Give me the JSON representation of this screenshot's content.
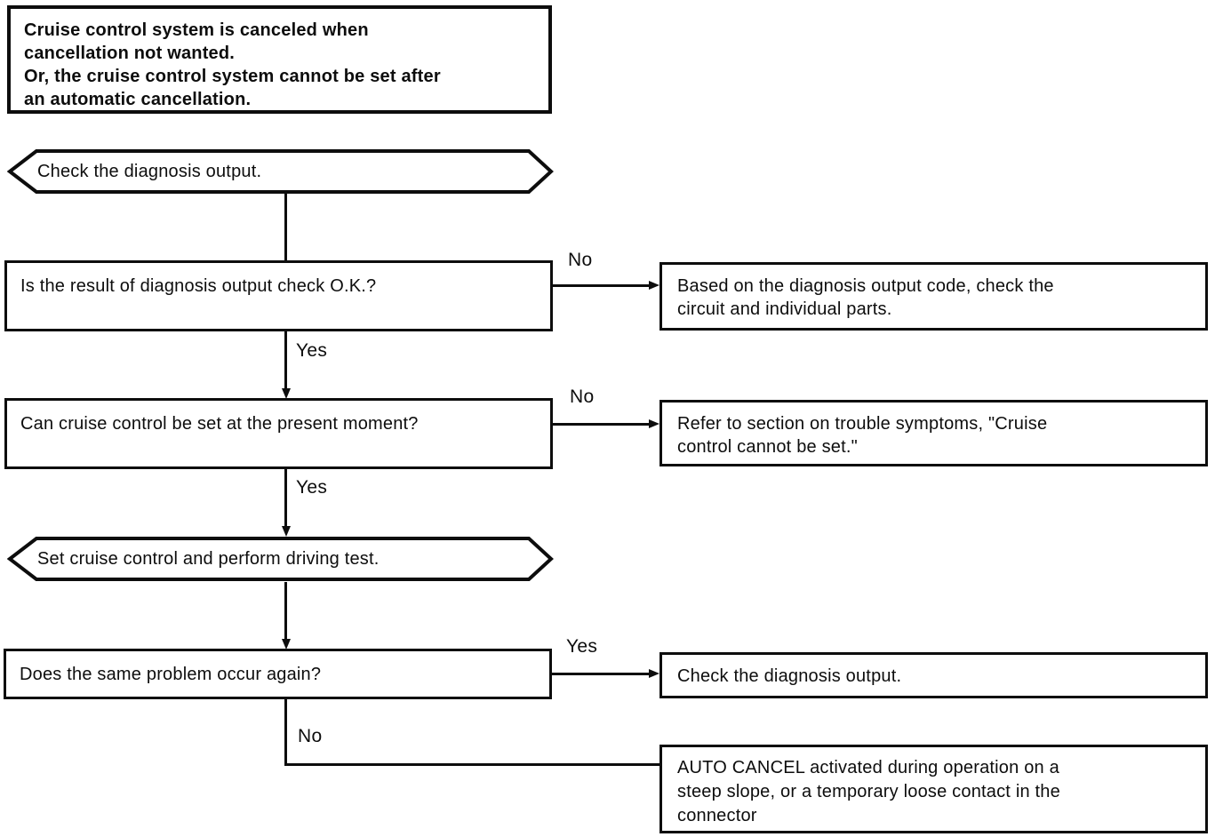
{
  "flowchart": {
    "problem_box": {
      "text": "Cruise control system is canceled when\ncancellation not wanted.\nOr, the cruise control system cannot be set after\nan automatic cancellation."
    },
    "terminal_check_diagnosis": {
      "text": "Check the diagnosis output."
    },
    "q_diagnosis_ok": {
      "text": "Is the result of diagnosis output check O.K.?",
      "no_label": "No",
      "yes_label": "Yes"
    },
    "result_check_circuit": {
      "text": "Based on the diagnosis output code, check the\ncircuit and individual parts."
    },
    "q_can_set_now": {
      "text": "Can cruise control be set at the present moment?",
      "no_label": "No",
      "yes_label": "Yes"
    },
    "result_refer_symptoms": {
      "text": "Refer to section on trouble symptoms, \"Cruise\ncontrol cannot be set.\""
    },
    "terminal_driving_test": {
      "text": "Set cruise control and perform driving test."
    },
    "q_problem_again": {
      "text": "Does the same problem occur again?",
      "yes_label": "Yes",
      "no_label": "No"
    },
    "result_check_diagnosis": {
      "text": "Check the diagnosis output."
    },
    "result_auto_cancel": {
      "text": "AUTO CANCEL activated during operation on a\nsteep slope, or a temporary loose contact in the\nconnector"
    },
    "ink_color": "#0d0d0d"
  }
}
